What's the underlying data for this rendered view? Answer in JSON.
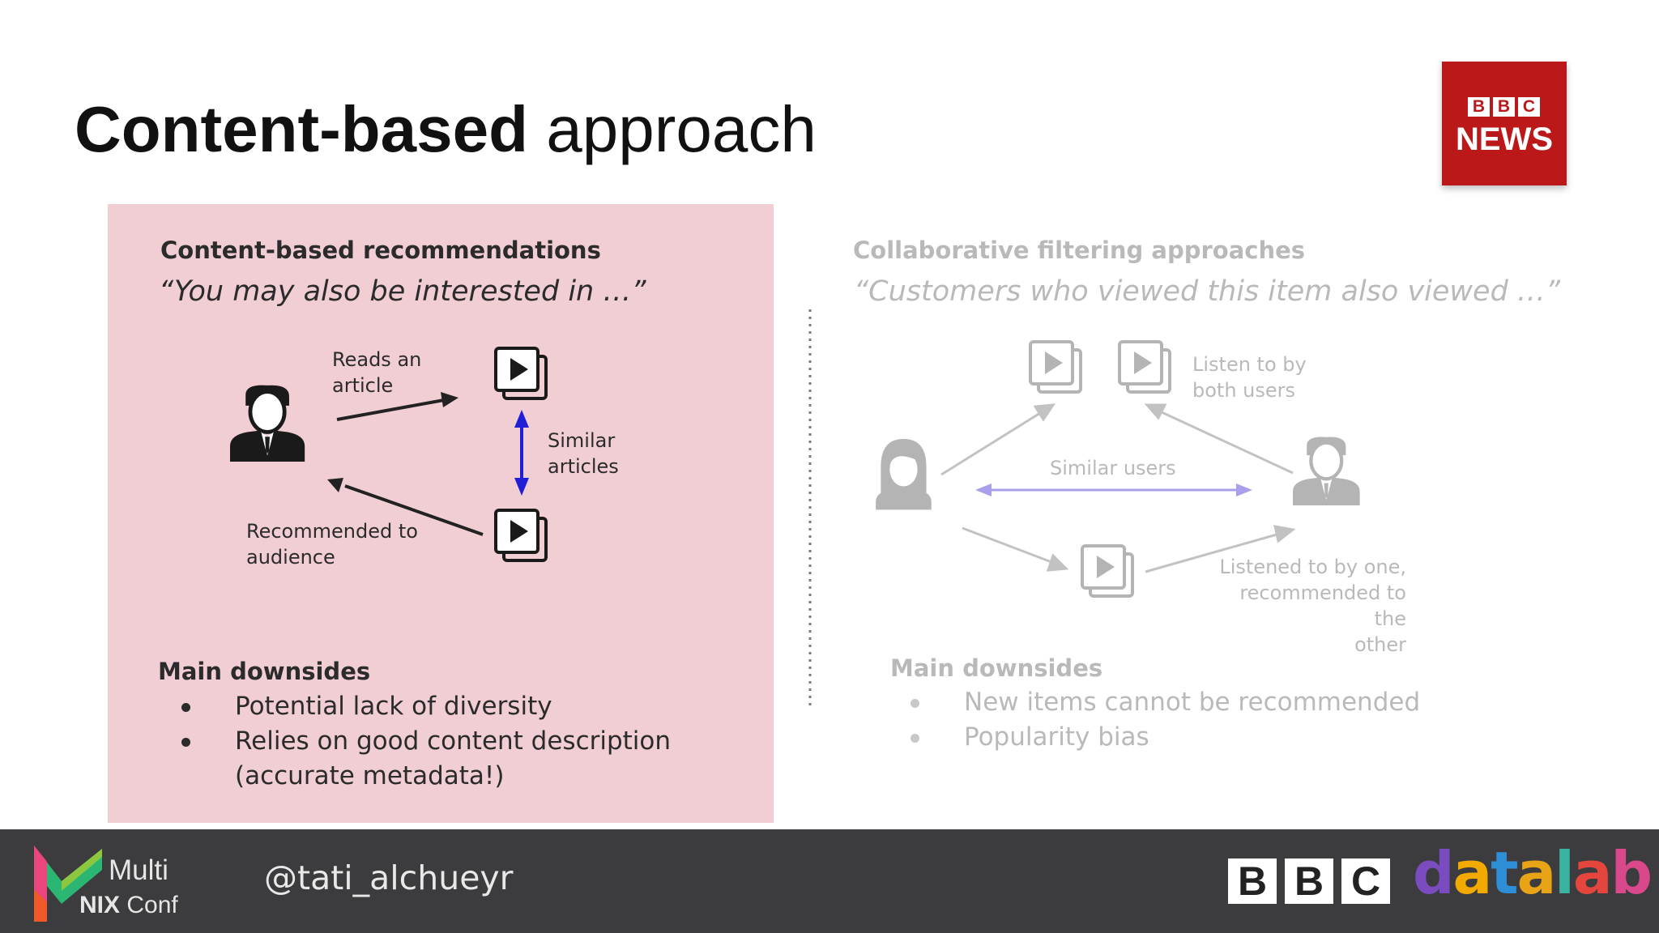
{
  "title": {
    "bold": "Content-based",
    "light": "approach"
  },
  "news_logo": {
    "letters": [
      "B",
      "B",
      "C"
    ],
    "word": "NEWS"
  },
  "left_panel": {
    "heading": "Content-based recommendations",
    "quote": "“You may also be interested in …”",
    "labels": {
      "reads": [
        "Reads an",
        "article"
      ],
      "similar": [
        "Similar",
        "articles"
      ],
      "recommended": [
        "Recommended to",
        "audience"
      ]
    },
    "downsides_heading": "Main downsides",
    "downsides": [
      "Potential lack of diversity",
      "Relies on good content description",
      "(accurate metadata!)"
    ]
  },
  "right_panel": {
    "heading": "Collaborative filtering approaches",
    "quote": "“Customers who viewed this item also viewed …”",
    "labels": {
      "listen_both": [
        "Listen to by",
        "both users"
      ],
      "similar_users": "Similar users",
      "listened_one": [
        "Listened to by one,",
        "recommended to the",
        "other"
      ]
    },
    "downsides_heading": "Main downsides",
    "downsides": [
      "New items cannot be recommended",
      "Popularity bias"
    ]
  },
  "footer": {
    "conf_multi": "Multi",
    "conf_nix": "NIX",
    "conf_conf": "Conf",
    "handle": "@tati_alchueyr",
    "bbc_letters": [
      "B",
      "B",
      "C"
    ],
    "datalab_letters": [
      "d",
      "a",
      "t",
      "a",
      "l",
      "a",
      "b"
    ]
  },
  "colors": {
    "news_red": "#bb1919",
    "left_panel_bg": "#f1ced4",
    "footer_bg": "#3c3c3e",
    "similar_arrow": "#1f1fd6",
    "similar_users_arrow": "#a8a0ea"
  },
  "icons": [
    "person-icon",
    "woman-icon",
    "video-play-icon",
    "arrow-icon",
    "dotted-divider",
    "multinix-logo-icon"
  ]
}
